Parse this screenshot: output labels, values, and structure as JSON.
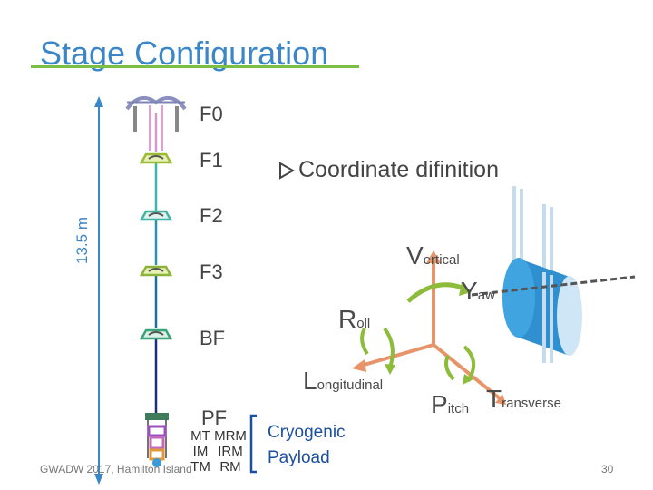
{
  "title": "Stage Configuration",
  "height_label": "13.5 m",
  "stages": [
    "F0",
    "F1",
    "F2",
    "F3",
    "BF",
    "PF"
  ],
  "payload_stages": {
    "col1": [
      "MT",
      "IM",
      "TM"
    ],
    "col2": [
      "MRM",
      "IRM",
      "RM"
    ]
  },
  "payload_label": [
    "Cryogenic",
    "Payload"
  ],
  "coordinate_heading": "Coordinate difinition",
  "axes": {
    "vertical": {
      "initial": "V",
      "rest": "ertical"
    },
    "yaw": {
      "initial": "Y",
      "rest": "aw"
    },
    "roll": {
      "initial": "R",
      "rest": "oll"
    },
    "longitudinal": {
      "initial": "L",
      "rest": "ongitudinal"
    },
    "pitch": {
      "initial": "P",
      "rest": "itch"
    },
    "transverse": {
      "initial": "T",
      "rest": "ransverse"
    }
  },
  "footer": {
    "left": "GWADW 2017, Hamilton Island",
    "page": "30"
  },
  "colors": {
    "title": "#3b86c6",
    "accent": "#7bc043",
    "arrow": "#e8946a",
    "rotation": "#8dbb3a",
    "payload": "#1b4fa0"
  }
}
